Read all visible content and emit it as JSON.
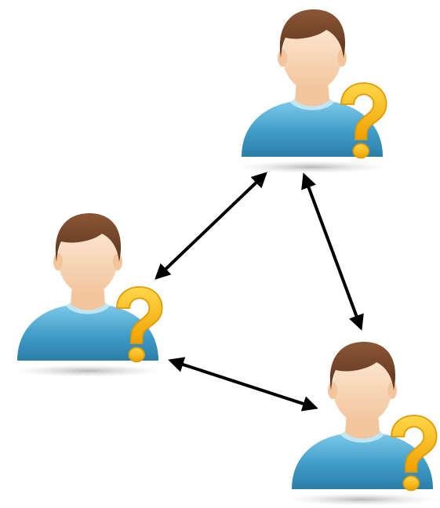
{
  "diagram": {
    "nodes": [
      {
        "id": "top",
        "icon": "user-question-icon"
      },
      {
        "id": "left",
        "icon": "user-question-icon"
      },
      {
        "id": "bottom-right",
        "icon": "user-question-icon"
      }
    ],
    "edges": [
      {
        "from": "top",
        "to": "left",
        "direction": "bidirectional"
      },
      {
        "from": "top",
        "to": "bottom-right",
        "direction": "bidirectional"
      },
      {
        "from": "left",
        "to": "bottom-right",
        "direction": "bidirectional"
      }
    ],
    "colors": {
      "hair": "#7a4a2a",
      "skin": "#f6d3b0",
      "shirt": "#4aa6cf",
      "collar": "#a8dcf0",
      "question_mark": "#f5b400",
      "arrow": "#000000"
    }
  }
}
